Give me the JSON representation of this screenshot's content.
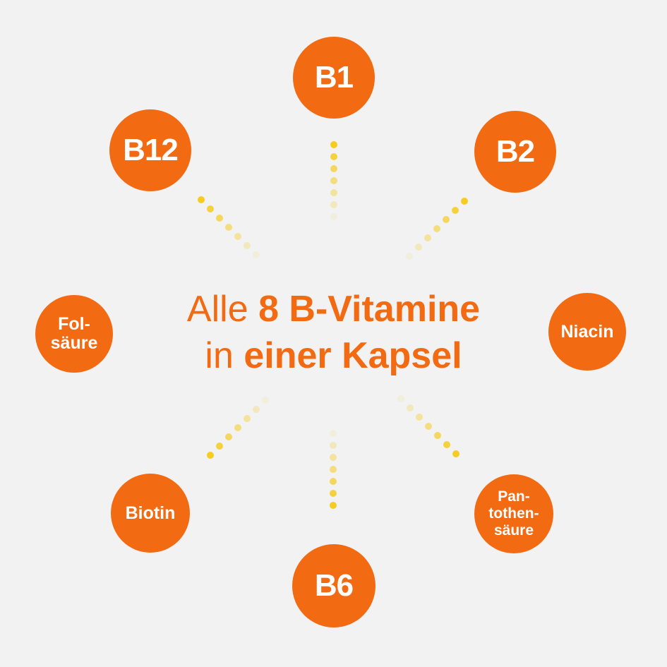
{
  "headline": {
    "line1_light": "Alle ",
    "line1_bold": "8 B-Vitamine",
    "line2_light": "in ",
    "line2_bold": "einer Kapsel"
  },
  "vitamins": [
    {
      "id": "b1",
      "label": "B1"
    },
    {
      "id": "b2",
      "label": "B2"
    },
    {
      "id": "niacin",
      "label": "Niacin"
    },
    {
      "id": "pantothensaeure",
      "label": "Pan-\ntothen-\nsäure"
    },
    {
      "id": "b6",
      "label": "B6"
    },
    {
      "id": "biotin",
      "label": "Biotin"
    },
    {
      "id": "folsaeure",
      "label": "Fol-\nsäure"
    },
    {
      "id": "b12",
      "label": "B12"
    }
  ],
  "colors": {
    "background": "#f2f2f2",
    "circle": "#f26a12",
    "text_accent": "#f26a12",
    "dots": "#f5cc1f"
  }
}
